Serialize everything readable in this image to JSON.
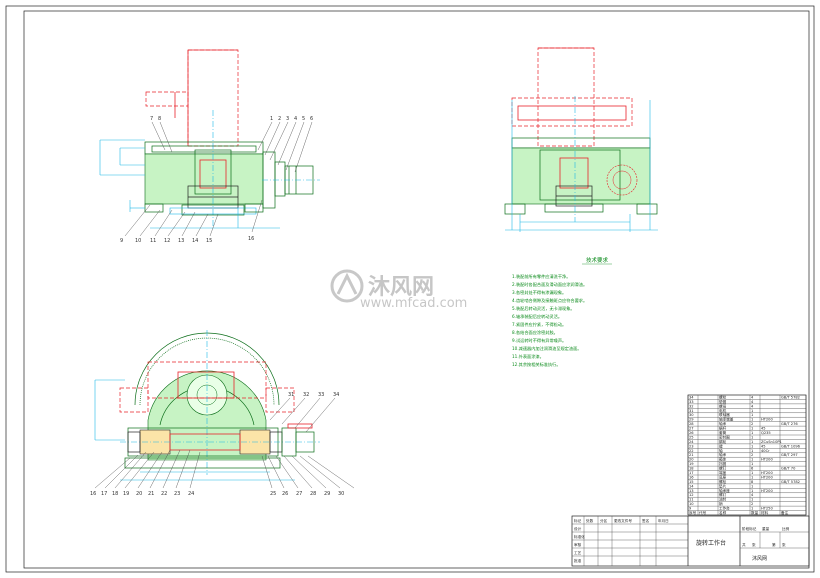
{
  "views": {
    "front_balloons_top": [
      "7",
      "8",
      "1",
      "2",
      "3",
      "4",
      "5",
      "6"
    ],
    "front_balloons_bottom": [
      "9",
      "10",
      "11",
      "12",
      "13",
      "14",
      "15"
    ],
    "front_balloon_right": "16",
    "plan_balloons_top": [
      "31",
      "32",
      "33",
      "34"
    ],
    "plan_balloons_bottom": [
      "16",
      "17",
      "18",
      "19",
      "20",
      "21",
      "22",
      "23",
      "24",
      "25",
      "26",
      "27",
      "28",
      "29",
      "30"
    ]
  },
  "notes": {
    "heading": "技术要求",
    "lines": [
      "1.装配前所有零件应清洗干净。",
      "2.装配时各配合面及滑动面应涂润滑油。",
      "3.各密封处不得有渗漏现象。",
      "4.齿轮啮合侧隙及接触斑点应符合要求。",
      "5.装配后转动灵活，无卡滞现象。",
      "6.轴承装配后应转动灵活。",
      "7.紧固件应拧紧，不得松动。",
      "8.各结合面应涂密封胶。",
      "9.试运转时不得有异常噪声。",
      "10.减速器内加注润滑油至规定油面。",
      "11.外表面涂漆。",
      "12.其余按相关标准执行。"
    ]
  },
  "watermark": {
    "brand": "沐风网",
    "url": "www.mfcad.com"
  },
  "title_block": {
    "title": "旋转工作台",
    "company": "沐风网",
    "fields": [
      "标记",
      "处数",
      "分区",
      "更改文件号",
      "签名",
      "年月日",
      "设计",
      "标准化",
      "审核",
      "工艺",
      "批准",
      "阶段标记",
      "重量",
      "比例",
      "共",
      "张",
      "第",
      "张"
    ]
  },
  "bom": {
    "headers": [
      "序号",
      "代号",
      "名称",
      "数量",
      "材料",
      "备注"
    ],
    "rows": [
      [
        "34",
        "",
        "螺栓",
        "4",
        "",
        "GB/T 5782"
      ],
      [
        "33",
        "",
        "垫圈",
        "4",
        "",
        ""
      ],
      [
        "32",
        "",
        "螺母",
        "4",
        "",
        ""
      ],
      [
        "31",
        "",
        "电机",
        "1",
        "",
        ""
      ],
      [
        "30",
        "",
        "联轴器",
        "1",
        "",
        ""
      ],
      [
        "29",
        "",
        "轴承端盖",
        "1",
        "HT200",
        ""
      ],
      [
        "28",
        "",
        "轴承",
        "2",
        "",
        "GB/T 276"
      ],
      [
        "27",
        "",
        "蜗杆",
        "1",
        "45",
        ""
      ],
      [
        "26",
        "",
        "套筒",
        "1",
        "Q235",
        ""
      ],
      [
        "25",
        "",
        "密封圈",
        "1",
        "",
        ""
      ],
      [
        "24",
        "",
        "蜗轮",
        "1",
        "ZCuSn10P1",
        ""
      ],
      [
        "23",
        "",
        "键",
        "1",
        "45",
        "GB/T 1096"
      ],
      [
        "22",
        "",
        "轴",
        "1",
        "40Cr",
        ""
      ],
      [
        "21",
        "",
        "轴承",
        "2",
        "",
        "GB/T 297"
      ],
      [
        "20",
        "",
        "箱体",
        "1",
        "HT200",
        ""
      ],
      [
        "19",
        "",
        "挡圈",
        "1",
        "",
        ""
      ],
      [
        "18",
        "",
        "螺钉",
        "6",
        "",
        "GB/T 70"
      ],
      [
        "17",
        "",
        "端盖",
        "1",
        "HT200",
        ""
      ],
      [
        "16",
        "",
        "底座",
        "1",
        "HT200",
        ""
      ],
      [
        "15",
        "",
        "螺栓",
        "8",
        "",
        "GB/T 5782"
      ],
      [
        "14",
        "",
        "垫片",
        "1",
        "",
        ""
      ],
      [
        "13",
        "",
        "轴承座",
        "1",
        "HT200",
        ""
      ],
      [
        "12",
        "",
        "螺钉",
        "4",
        "",
        ""
      ],
      [
        "11",
        "",
        "油封",
        "1",
        "",
        ""
      ],
      [
        "10",
        "",
        "销",
        "2",
        "",
        ""
      ],
      [
        "9",
        "",
        "工作台",
        "1",
        "HT250",
        ""
      ]
    ]
  }
}
